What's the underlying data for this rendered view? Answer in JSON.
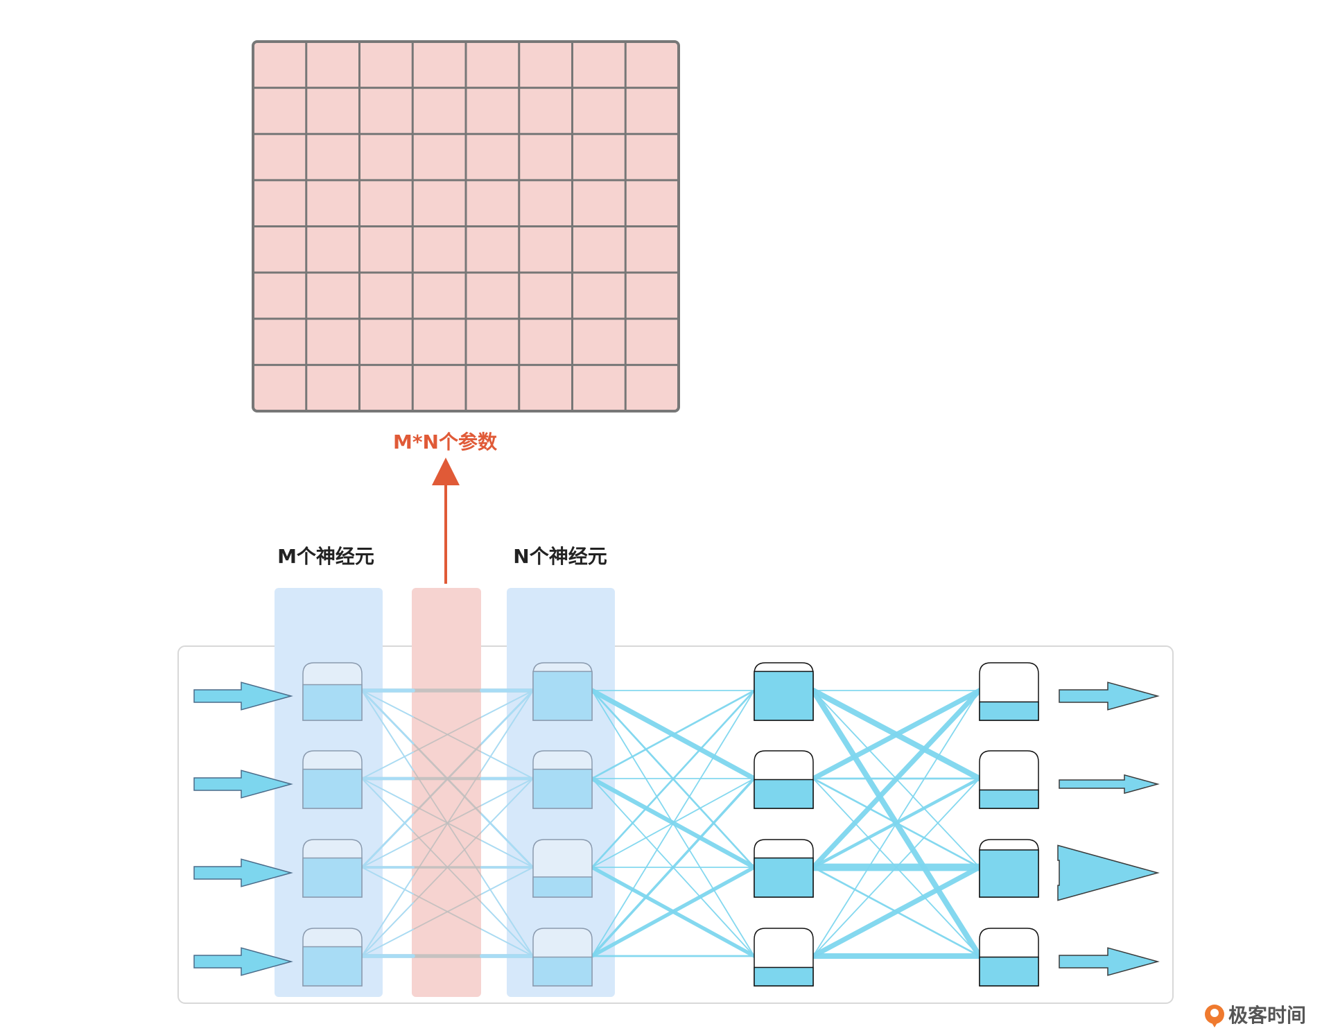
{
  "matrix": {
    "rows": 8,
    "cols": 8,
    "fill_color": "#f6d3d0",
    "line_color": "#777777"
  },
  "labels": {
    "param_count": "M*N个参数",
    "layer_m": "M个神经元",
    "layer_n": "N个神经元"
  },
  "colors": {
    "accent_red": "#e05a37",
    "neuron_blue": "#7dd6ee",
    "neuron_blue_light": "#a8dcf5",
    "highlight_blue": "#d6e8fa",
    "highlight_pink": "#f6d3d0",
    "connection_blue": "#7dd6ee",
    "connection_gray": "#c9c9c9"
  },
  "network": {
    "layers": [
      {
        "id": "layer-1",
        "fills": [
          0.62,
          0.68,
          0.68,
          0.68
        ],
        "style": "faded"
      },
      {
        "id": "layer-2",
        "fills": [
          0.85,
          0.68,
          0.35,
          0.5
        ],
        "style": "faded"
      },
      {
        "id": "layer-3",
        "fills": [
          0.85,
          0.5,
          0.68,
          0.32
        ],
        "style": "solid"
      },
      {
        "id": "layer-4",
        "fills": [
          0.32,
          0.32,
          0.82,
          0.5
        ],
        "style": "solid"
      }
    ],
    "input_arrow_weights": [
      3,
      3,
      3,
      3
    ],
    "output_arrow_weights": [
      3,
      2,
      6,
      3
    ]
  },
  "brand": {
    "logo_text": "极客时间"
  }
}
